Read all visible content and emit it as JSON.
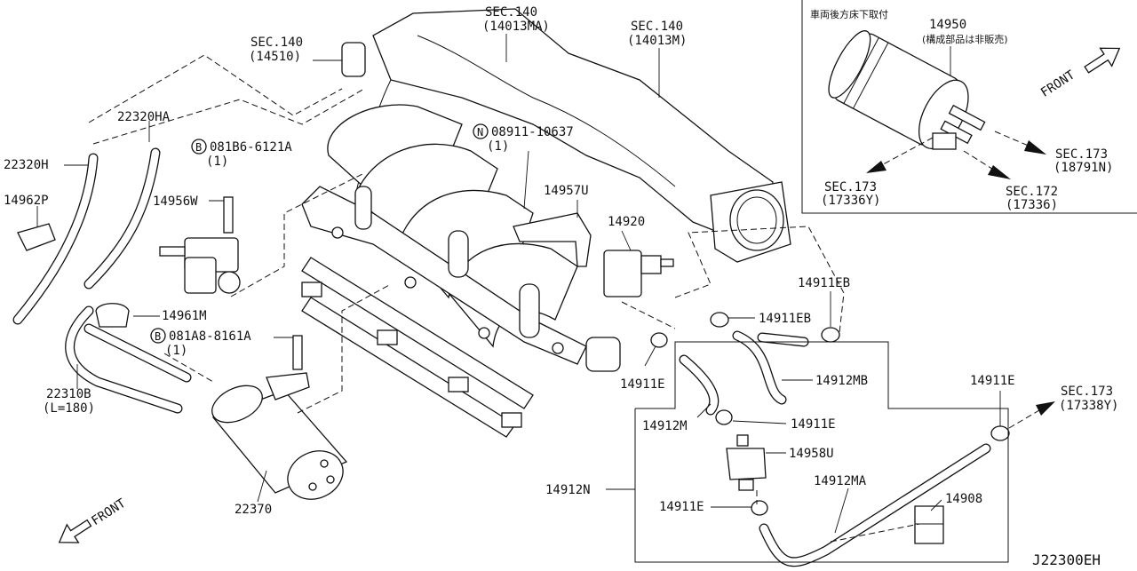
{
  "diagram": {
    "code": "J22300EH",
    "front_main": "FRONT",
    "front_inset": "FRONT",
    "inset": {
      "note_jp": "車両後方床下取付",
      "part_no": "14950",
      "part_note": "(構成部品は非販売)",
      "refs": [
        {
          "sec": "SEC.173",
          "no": "(17336Y)"
        },
        {
          "sec": "SEC.172",
          "no": "(17336)"
        },
        {
          "sec": "SEC.173",
          "no": "(18791N)"
        }
      ]
    },
    "sec_refs": [
      {
        "sec": "SEC.140",
        "no": "(14510)"
      },
      {
        "sec": "SEC.140",
        "no": "(14013MA)"
      },
      {
        "sec": "SEC.140",
        "no": "(14013M)"
      },
      {
        "sec": "SEC.173",
        "no": "(17338Y)"
      }
    ],
    "bolts": [
      {
        "symbol": "B",
        "no": "081B6-6121A",
        "qty": "(1)"
      },
      {
        "symbol": "N",
        "no": "08911-10637",
        "qty": "(1)"
      },
      {
        "symbol": "B",
        "no": "081A8-8161A",
        "qty": "(1)"
      }
    ],
    "parts": [
      {
        "label": "22320HA"
      },
      {
        "label": "22320H"
      },
      {
        "label": "14962P"
      },
      {
        "label": "14956W"
      },
      {
        "label": "14961M"
      },
      {
        "label": "22310B"
      },
      {
        "label": "(L=180)"
      },
      {
        "label": "22370"
      },
      {
        "label": "14957U"
      },
      {
        "label": "14920"
      },
      {
        "label": "14911EB"
      },
      {
        "label": "14911EB"
      },
      {
        "label": "14911E"
      },
      {
        "label": "14912MB"
      },
      {
        "label": "14912M"
      },
      {
        "label": "14911E"
      },
      {
        "label": "14958U"
      },
      {
        "label": "14912N"
      },
      {
        "label": "14912MA"
      },
      {
        "label": "14911E"
      },
      {
        "label": "14908"
      },
      {
        "label": "14911E"
      }
    ]
  }
}
